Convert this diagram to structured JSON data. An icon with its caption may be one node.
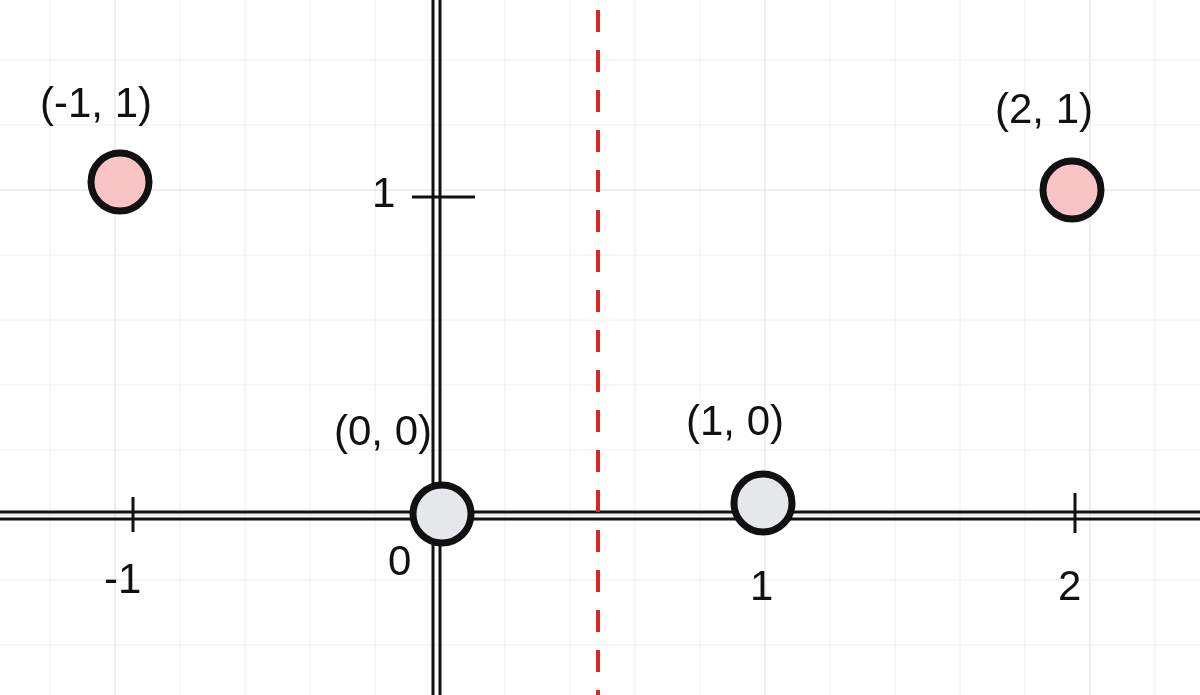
{
  "diagram": {
    "labels": [
      "(-1, 1)",
      "(2, 1)",
      "1",
      "(0, 0)",
      "(1, 0)",
      "-1",
      "0",
      "1",
      "2"
    ]
  }
}
